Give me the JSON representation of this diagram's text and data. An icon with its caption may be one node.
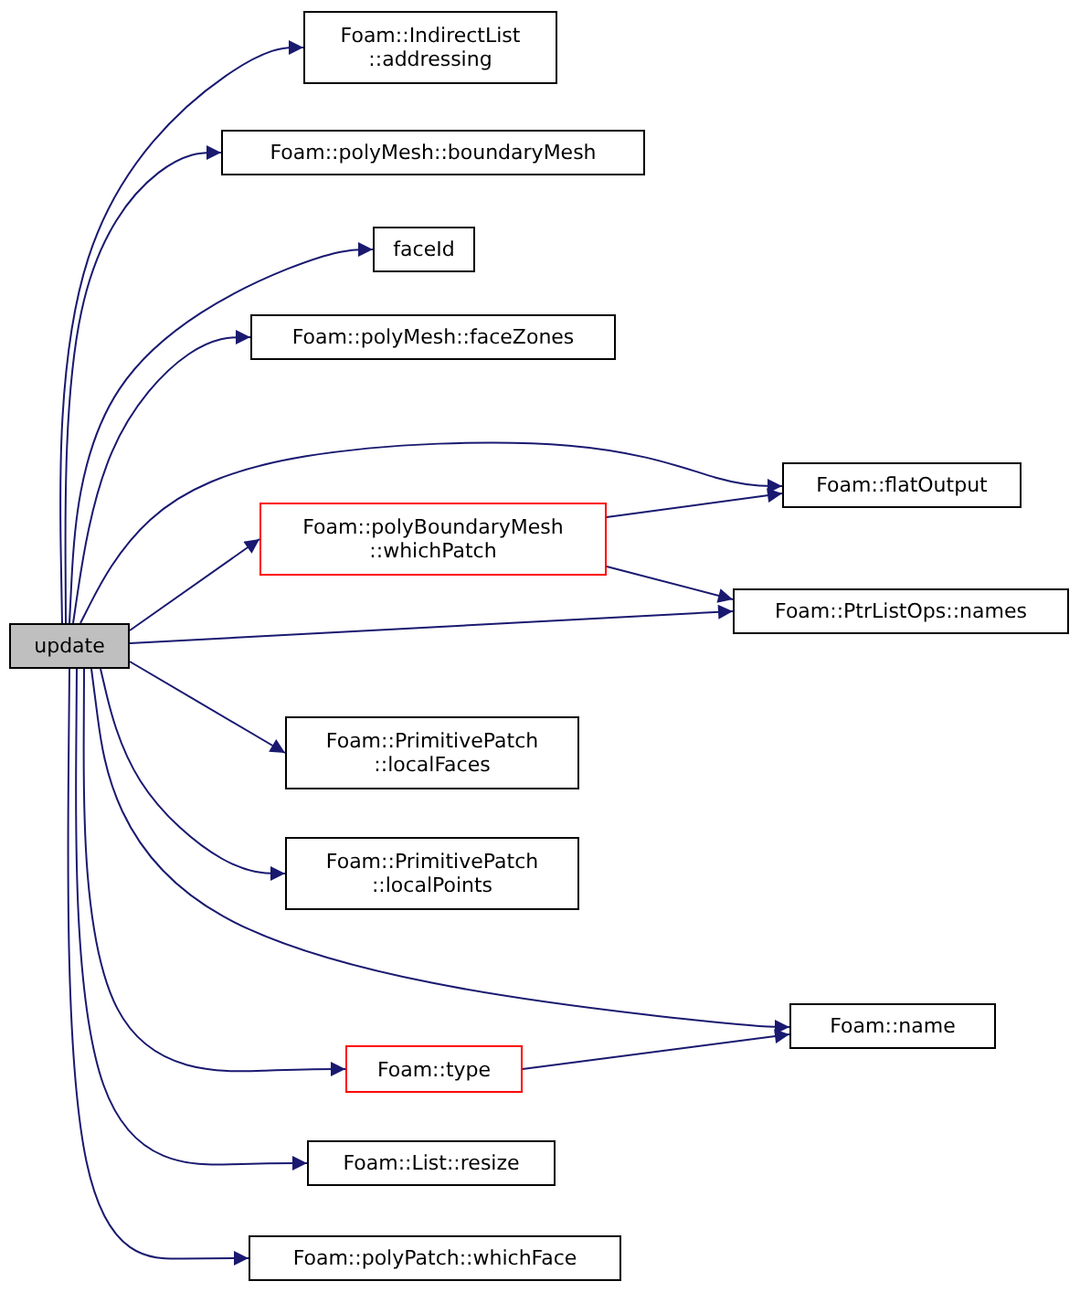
{
  "diagram": {
    "nodes": [
      {
        "text": [
          "update"
        ]
      },
      {
        "text": [
          "Foam::IndirectList ::addressing"
        ]
      },
      {
        "text": [
          "Foam::polyMesh::boundaryMesh"
        ]
      },
      {
        "text": [
          "faceId"
        ]
      },
      {
        "text": [
          "Foam::polyMesh::faceZones"
        ]
      },
      {
        "text": [
          "Foam::flatOutput"
        ]
      },
      {
        "text": [
          "Foam::polyBoundaryMesh ::whichPatch"
        ]
      },
      {
        "text": [
          "Foam::PtrListOps::names"
        ]
      },
      {
        "text": [
          "Foam::PrimitivePatch ::localFaces"
        ]
      },
      {
        "text": [
          "Foam::PrimitivePatch ::localPoints"
        ]
      },
      {
        "text": [
          "Foam::name"
        ]
      },
      {
        "text": [
          "Foam::type"
        ]
      },
      {
        "text": [
          "Foam::List::resize"
        ]
      },
      {
        "text": [
          "Foam::polyPatch::whichFace"
        ]
      }
    ],
    "edges": [
      {
        "from": 0,
        "to": 1,
        "arrow": "to"
      },
      {
        "from": 0,
        "to": 2,
        "arrow": "to"
      },
      {
        "from": 0,
        "to": 3,
        "arrow": "to"
      },
      {
        "from": 0,
        "to": 4,
        "arrow": "to"
      },
      {
        "from": 0,
        "to": 5,
        "arrow": "to"
      },
      {
        "from": 0,
        "to": 6,
        "arrow": "to"
      },
      {
        "from": 0,
        "to": 7,
        "arrow": "to"
      },
      {
        "from": 0,
        "to": 8,
        "arrow": "to"
      },
      {
        "from": 0,
        "to": 9,
        "arrow": "to"
      },
      {
        "from": 0,
        "to": 10,
        "arrow": "to"
      },
      {
        "from": 0,
        "to": 11,
        "arrow": "to"
      },
      {
        "from": 0,
        "to": 12,
        "arrow": "to"
      },
      {
        "from": 0,
        "to": 13,
        "arrow": "to"
      },
      {
        "from": 6,
        "to": 5,
        "arrow": "to"
      },
      {
        "from": 6,
        "to": 7,
        "arrow": "to"
      },
      {
        "from": 11,
        "to": 10,
        "arrow": "to"
      }
    ]
  }
}
